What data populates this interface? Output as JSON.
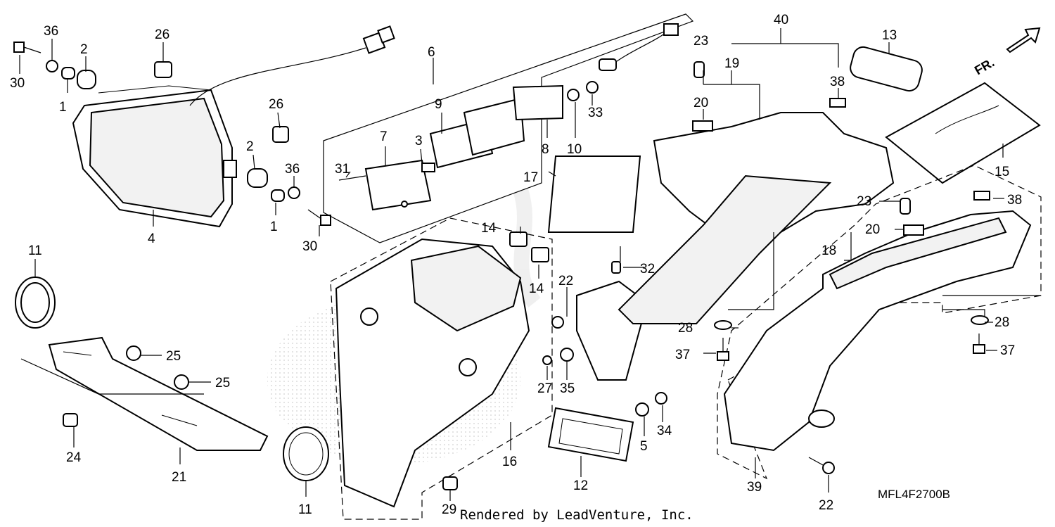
{
  "diagram": {
    "drawing_code": "MFL4F2700B",
    "credit": "Rendered by LeadVenture, Inc.",
    "direction_label": "FR.",
    "callouts": {
      "c1a": "1",
      "c1b": "1",
      "c2a": "2",
      "c2b": "2",
      "c3": "3",
      "c4": "4",
      "c5": "5",
      "c6": "6",
      "c7": "7",
      "c8": "8",
      "c9": "9",
      "c10": "10",
      "c11a": "11",
      "c11b": "11",
      "c12": "12",
      "c13": "13",
      "c14a": "14",
      "c14b": "14",
      "c15": "15",
      "c16": "16",
      "c17": "17",
      "c18": "18",
      "c19": "19",
      "c20a": "20",
      "c20b": "20",
      "c21": "21",
      "c22a": "22",
      "c22b": "22",
      "c23a": "23",
      "c23b": "23",
      "c24": "24",
      "c25a": "25",
      "c25b": "25",
      "c26a": "26",
      "c26b": "26",
      "c27": "27",
      "c28a": "28",
      "c28b": "28",
      "c29": "29",
      "c30a": "30",
      "c30b": "30",
      "c31": "31",
      "c32": "32",
      "c33": "33",
      "c34": "34",
      "c35": "35",
      "c36a": "36",
      "c36b": "36",
      "c37a": "37",
      "c37b": "37",
      "c38a": "38",
      "c38b": "38",
      "c39": "39",
      "c40": "40"
    }
  }
}
